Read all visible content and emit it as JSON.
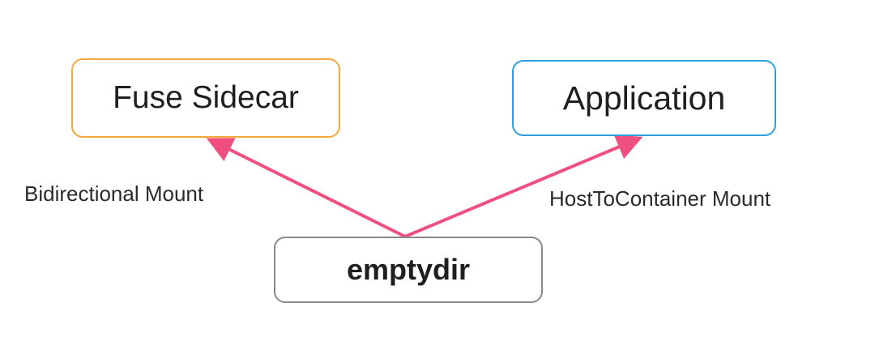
{
  "nodes": {
    "fuse_sidecar": "Fuse Sidecar",
    "application": "Application",
    "emptydir": "emptydir"
  },
  "edges": [
    {
      "from": "emptydir",
      "to": "fuse_sidecar",
      "label": "Bidirectional Mount"
    },
    {
      "from": "emptydir",
      "to": "application",
      "label": "HostToContainer Mount"
    }
  ],
  "colors": {
    "arrow": "#f0507f",
    "fuse_border": "#f2a93b",
    "application_border": "#2b9fe0",
    "emptydir_border": "#8a8a8a"
  }
}
